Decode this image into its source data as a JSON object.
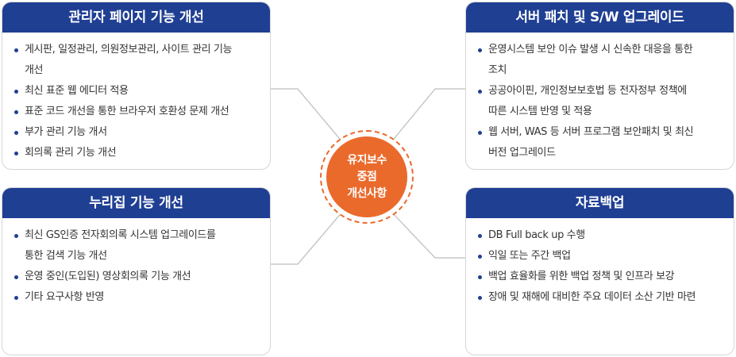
{
  "colors": {
    "header_bg": "#1f3f93",
    "header_text": "#ffffff",
    "bullet": "#1f3f93",
    "hub_fill": "#ea6a2c",
    "hub_dash": "#ea6a2c",
    "connector": "#c8c8c8",
    "card_border": "#d6d6d6"
  },
  "center": {
    "lines": [
      "유지보수",
      "중점",
      "개선사항"
    ]
  },
  "panels": {
    "admin_page": {
      "title": "관리자 페이지 기능 개선",
      "items": [
        "게시판, 일정관리, 의원정보관리, 사이트 관리 기능",
        "개선",
        "최신 표준 웹 에디터 적용",
        "표준 코드 개선을 통한 브라우저 호환성 문제 개선",
        "부가 관리 기능 개서",
        "회의록 관리 기능 개선"
      ]
    },
    "server_patch": {
      "title": "서버 패치 및 S/W 업그레이드",
      "items": [
        "운영시스템 보안 이슈 발생 시 신속한 대응을 통한",
        "조치",
        "공공아이핀, 개인정보보호법 등 전자정부 정책에",
        "따른 시스템 반영 및 적용",
        "웹 서버, WAS 등 서버 프로그램 보안패치 및 최신",
        "버전 업그레이드"
      ]
    },
    "nurijip": {
      "title": "누리집 기능 개선",
      "items": [
        "최신 GS인증 전자회의록 시스템 업그레이드를",
        "통한 검색 기능 개선",
        "운영 중인(도입된) 영상회의록 기능 개선",
        "기타 요구사항 반영"
      ]
    },
    "backup": {
      "title": "자료백업",
      "items": [
        "DB Full back up 수행",
        "익일 또는 주간 백업",
        "백업 효율화를 위한 백업 정책 및 인프라 보강",
        "장애 및 재해에 대비한 주요 데이터 소산 기반 마련"
      ]
    }
  }
}
